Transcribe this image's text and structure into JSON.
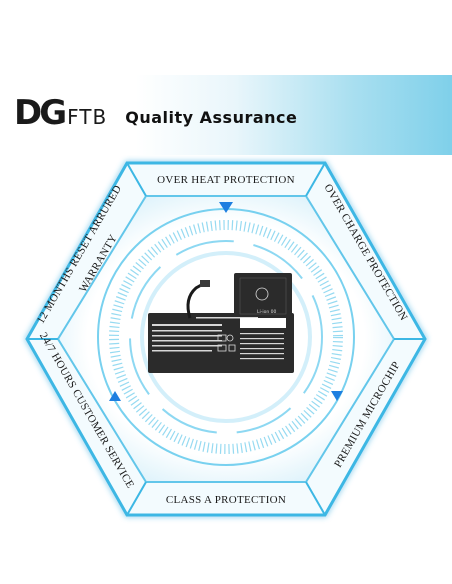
{
  "brand": {
    "logo_mark": "DG",
    "logo_text": "FTB",
    "tagline": "Quality Assurance"
  },
  "infographic": {
    "labels": {
      "top": "OVER HEAT PROTECTION",
      "top_right": "OVER CHARGE PROTECTION",
      "bottom_right": "PREMIUM MICROCHIP",
      "bottom": "CLASS A PROTECTION",
      "bottom_left": "24/7 HOURS CUSTOMER SERVICE",
      "top_left_line1": "12 MONTHS RESET ARRURED",
      "top_left_line2": "WARRANTY"
    },
    "battery": {
      "cell_label": "Li-ion 00"
    },
    "colors": {
      "accent": "#1e7fe0",
      "glow": "#4fc8ee",
      "frame": "#2aa8d8",
      "battery": "#2b2b2b"
    }
  }
}
